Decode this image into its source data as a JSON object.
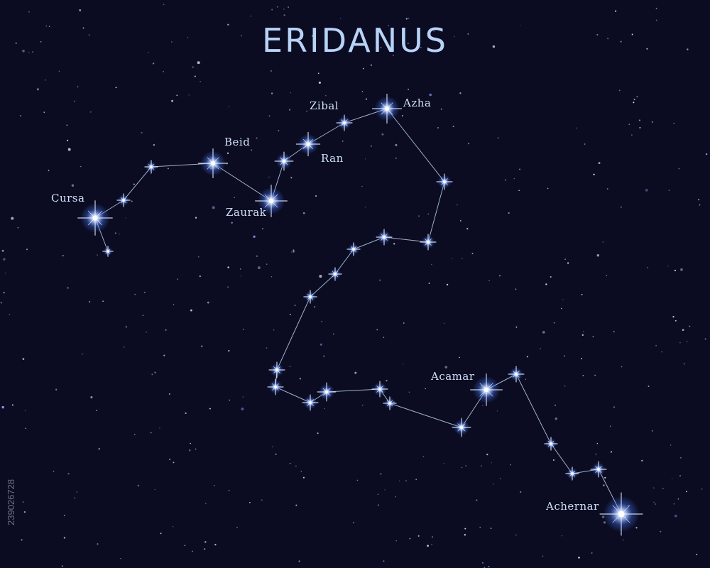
{
  "title": "ERIDANUS",
  "watermark_id": "239026728",
  "colors": {
    "background": "#0b0c22",
    "line": "#b9cde8",
    "star_core": "#ffffff",
    "star_glow": "#4a7cff",
    "title": "#b7d3f7"
  },
  "star_labels": {
    "cursa": "Cursa",
    "beid": "Beid",
    "zaurak": "Zaurak",
    "zibal": "Zibal",
    "ran": "Ran",
    "azha": "Azha",
    "acamar": "Acamar",
    "achernar": "Achernar"
  }
}
